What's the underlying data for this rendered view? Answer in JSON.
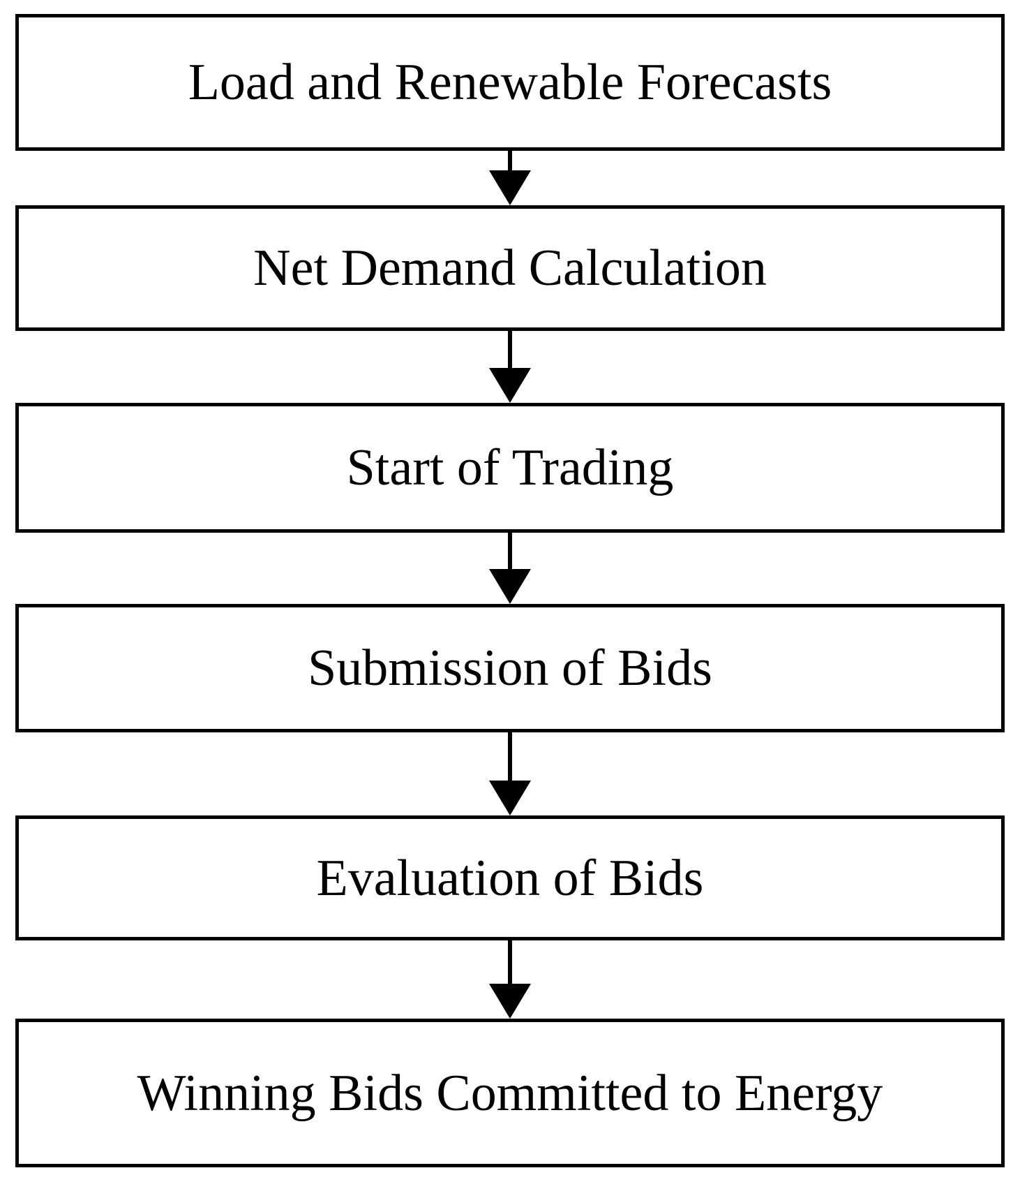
{
  "flowchart": {
    "steps": [
      {
        "label": "Load and Renewable Forecasts"
      },
      {
        "label": "Net Demand Calculation"
      },
      {
        "label": "Start of Trading"
      },
      {
        "label": "Submission of Bids"
      },
      {
        "label": "Evaluation of Bids"
      },
      {
        "label": "Winning Bids Committed to Energy"
      }
    ],
    "connectors": [
      {
        "from": "Load and Renewable Forecasts",
        "to": "Net Demand Calculation"
      },
      {
        "from": "Net Demand Calculation",
        "to": "Start of Trading"
      },
      {
        "from": "Start of Trading",
        "to": "Submission of Bids"
      },
      {
        "from": "Submission of Bids",
        "to": "Evaluation of Bids"
      },
      {
        "from": "Evaluation of Bids",
        "to": "Winning Bids Committed to Energy"
      }
    ],
    "colors": {
      "stroke": "#000000",
      "background": "#ffffff",
      "text": "#000000"
    }
  }
}
